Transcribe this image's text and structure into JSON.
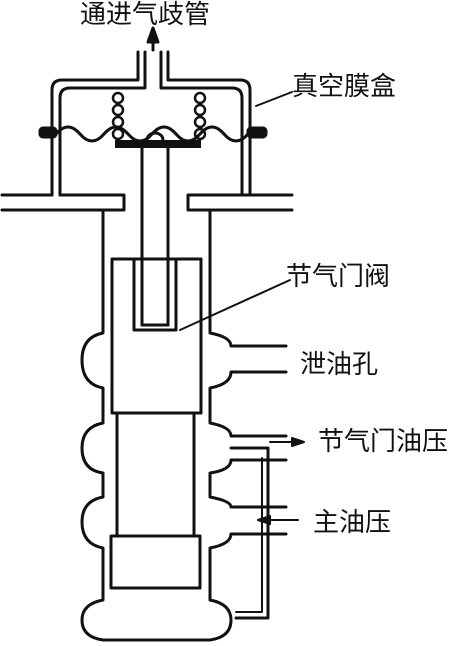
{
  "labels": {
    "intake_manifold": "通进气歧管",
    "vacuum_diaphragm_box": "真空膜盒",
    "throttle_valve": "节气门阀",
    "drain_hole": "泄油孔",
    "throttle_oil_pressure": "节气门油压",
    "main_oil_pressure": "主油压"
  },
  "colors": {
    "line": "#111111",
    "background": "#ffffff"
  }
}
